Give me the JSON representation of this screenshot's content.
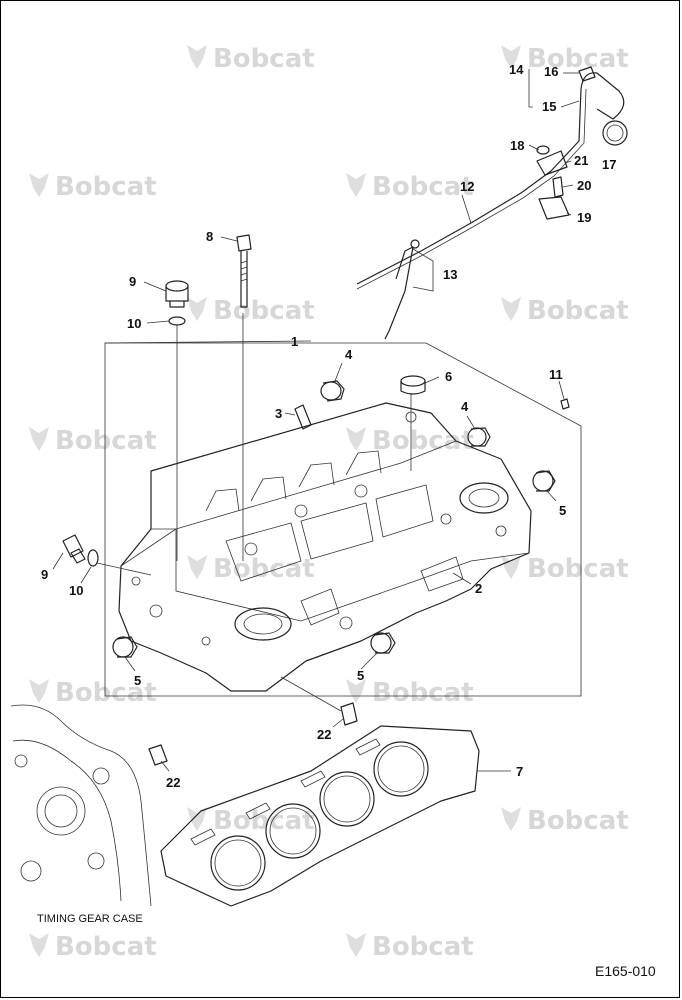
{
  "watermark": {
    "text": "Bobcat"
  },
  "callouts": {
    "c1": "1",
    "c2": "2",
    "c3": "3",
    "c4a": "4",
    "c4b": "4",
    "c5a": "5",
    "c5b": "5",
    "c5c": "5",
    "c6": "6",
    "c7": "7",
    "c8": "8",
    "c9a": "9",
    "c9b": "9",
    "c10a": "10",
    "c10b": "10",
    "c11": "11",
    "c12": "12",
    "c13": "13",
    "c14": "14",
    "c15": "15",
    "c16": "16",
    "c17": "17",
    "c18": "18",
    "c19": "19",
    "c20": "20",
    "c21": "21",
    "c22a": "22",
    "c22b": "22"
  },
  "labels": {
    "timing_gear_case": "TIMING GEAR CASE",
    "figure_code": "E165-010"
  },
  "icons": {
    "logo": "bobcat-logo-icon"
  }
}
